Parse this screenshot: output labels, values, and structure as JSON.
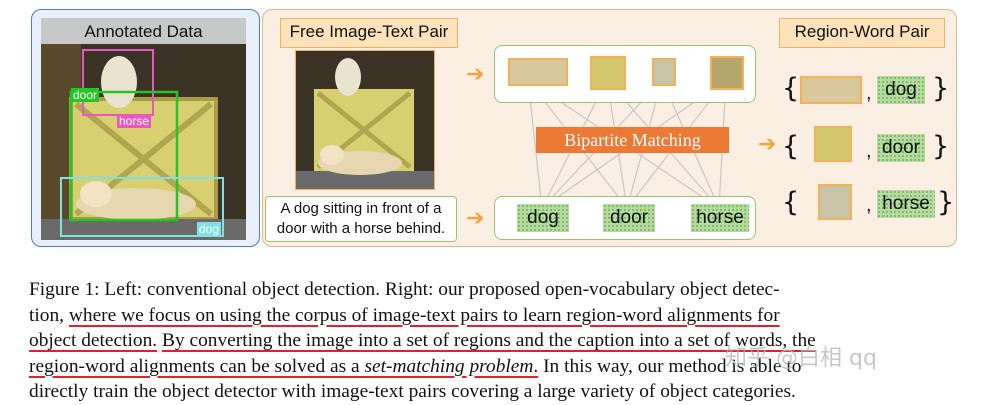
{
  "left_panel": {
    "title": "Annotated Data",
    "boxes": [
      {
        "label": "horse",
        "color": "#e858c0"
      },
      {
        "label": "door",
        "color": "#27c427"
      },
      {
        "label": "dog",
        "color": "#7fe0e6"
      }
    ]
  },
  "right_panel": {
    "free_pair_tag": "Free Image-Text Pair",
    "region_word_tag": "Region-Word Pair",
    "caption_text_lines": [
      "A dog sitting in front of a",
      "door with a horse behind."
    ],
    "words": [
      "dog",
      "door",
      "horse"
    ],
    "matching_label": "Bipartite Matching",
    "pairs": [
      {
        "word": "dog"
      },
      {
        "word": "door"
      },
      {
        "word": "horse"
      }
    ],
    "colors": {
      "orange": "#ec7a34",
      "green_border": "#9ac46a",
      "tag_fill": "#fde2bb"
    }
  },
  "caption": {
    "line1": "Figure 1:   Left: conventional object detection. Right: our proposed open-vocabulary object detec-",
    "line2_a": "tion, ",
    "line2_b": "where we focus on using the corpus of image-text pairs to learn region-word alignments for",
    "line3_a": "object detection.",
    "line3_b": " ",
    "line3_c": "By converting the image into a set of regions and the caption into a set of words, the",
    "line4_a": "region-word alignments can be solved as a ",
    "line4_b": "set-matching problem",
    "line4_c": ".",
    "line4_d": " In this way, our method is able to",
    "line5": "directly train the object detector with image-text pairs covering a large variety of object categories."
  },
  "watermark": "知乎 @白相 qq"
}
